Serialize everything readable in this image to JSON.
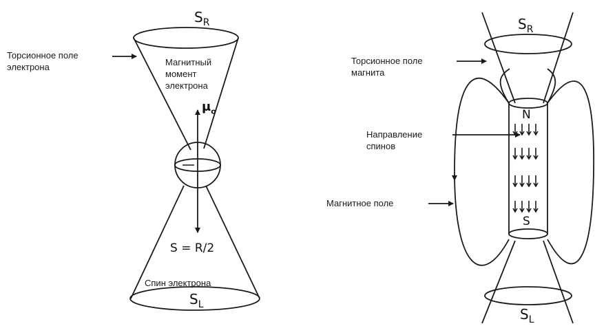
{
  "left_diagram": {
    "top_symbol": "S",
    "top_symbol_sub": "R",
    "torsion_label": "Торсионное поле",
    "torsion_label_line2": "электрона",
    "magnetic_moment_label": "Магнитный",
    "magnetic_moment_label_line2": "момент",
    "magnetic_moment_label_line3": "электрона",
    "mu_symbol": "μ",
    "mu_sub": "o",
    "spin_formula": "S = R/2",
    "spin_label": "Спин электрона",
    "bottom_symbol": "S",
    "bottom_symbol_sub": "L"
  },
  "right_diagram": {
    "top_symbol": "S",
    "top_symbol_sub": "R",
    "torsion_label": "Торсионное поле",
    "torsion_label_line2": "магнита",
    "spin_direction_label": "Направление",
    "spin_direction_label_line2": "спинов",
    "magnetic_field_label": "Магнитное поле",
    "north_pole": "N",
    "south_pole": "S",
    "bottom_symbol": "S",
    "bottom_symbol_sub": "L"
  },
  "colors": {
    "line": "#1a1a1a",
    "background": "#ffffff"
  }
}
